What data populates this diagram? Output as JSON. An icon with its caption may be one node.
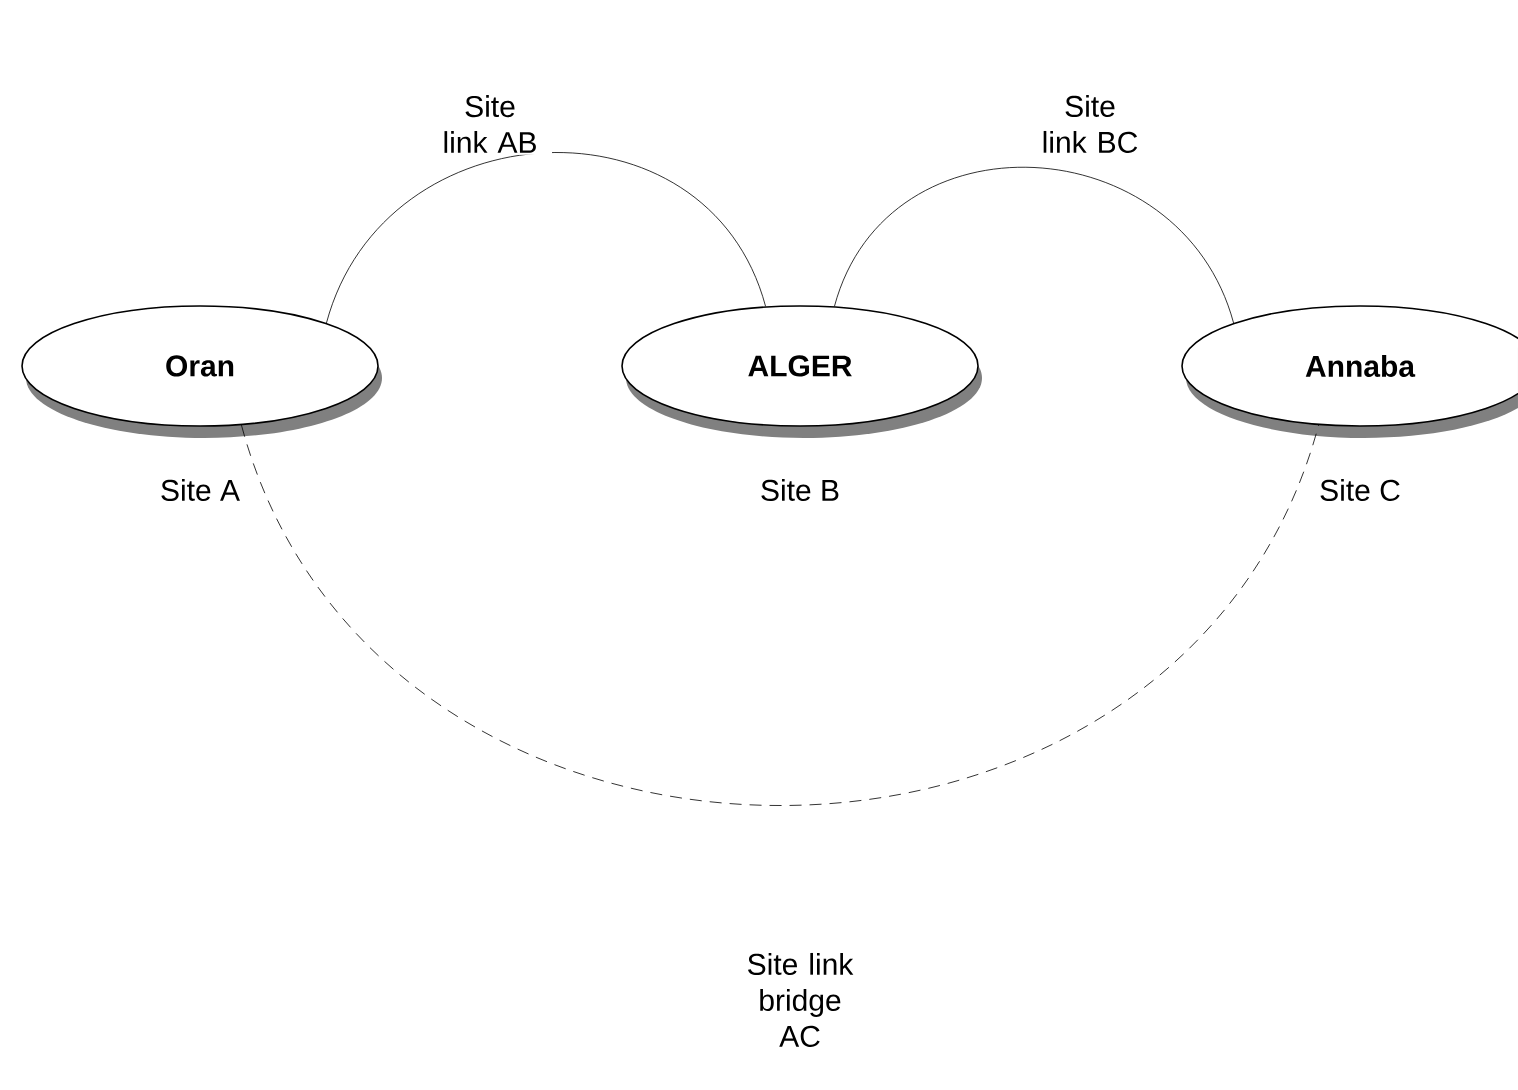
{
  "diagram": {
    "nodes": [
      {
        "text": [
          "Oran"
        ],
        "beside": [
          "Site A"
        ]
      },
      {
        "text": [
          "ALGER"
        ],
        "beside": [
          "Site B"
        ]
      },
      {
        "text": [
          "Annaba"
        ],
        "beside": [
          "Site C"
        ]
      }
    ],
    "edges": [
      {
        "from": 0,
        "to": 1,
        "arrow": "none",
        "label": "Site link AB"
      },
      {
        "from": 1,
        "to": 2,
        "arrow": "none",
        "label": "Site link BC"
      },
      {
        "from": 0,
        "to": 2,
        "arrow": "none",
        "style": "dashed",
        "label": "Site link bridge AC"
      }
    ]
  }
}
